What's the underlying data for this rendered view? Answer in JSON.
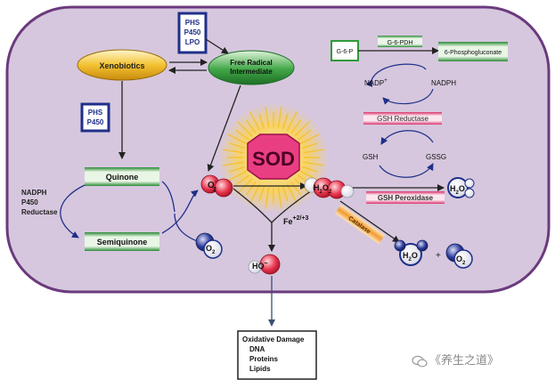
{
  "diagram": {
    "xenobiotics": "Xenobiotics",
    "free_radical": [
      "Free Radical",
      "Intermediate"
    ],
    "enzymes_top": [
      "PHS",
      "P450",
      "LPO"
    ],
    "enzymes_left": [
      "PHS",
      "P450"
    ],
    "quinone": "Quinone",
    "semiquinone": "Semiquinone",
    "reductase": [
      "NADPH",
      "P450",
      "Reductase"
    ],
    "sod": "SOD",
    "superoxide": {
      "base": "O",
      "sup": "-",
      "sub": "2"
    },
    "oxygen": {
      "base": "O",
      "sub": "2"
    },
    "h2o2": {
      "a": "H",
      "b": "2",
      "c": "O",
      "d": "2"
    },
    "hydroxyl": "HO",
    "hydroxyl_charge": "−",
    "fenton": "Fe",
    "fenton_sup": "+2/+3",
    "g6p": "G-6-P",
    "g6pdh": "G-6-PDH",
    "phosphogluconate": "6-Phosphogluconate",
    "nadp": "NADP",
    "nadp_sup": "+",
    "nadph": "NADPH",
    "gsh_reductase": "GSH Reductase",
    "gsh": "GSH",
    "gssg": "GSSG",
    "gsh_peroxidase": "GSH Peroxidase",
    "catalase": "Catalase",
    "water": {
      "a": "H",
      "b": "2",
      "c": "O"
    },
    "plus": "+",
    "damage": [
      "Oxidative Damage",
      "DNA",
      "Proteins",
      "Lipids"
    ]
  },
  "watermark": "《养生之道》",
  "colors": {
    "cell_fill": "#d6c7de",
    "cell_stroke": "#6b3a7d",
    "green": "#2f9a3a",
    "red": "#e0344c",
    "navy": "#1f2f8a",
    "pink": "#e0689a",
    "yellow": "#f2c033"
  }
}
